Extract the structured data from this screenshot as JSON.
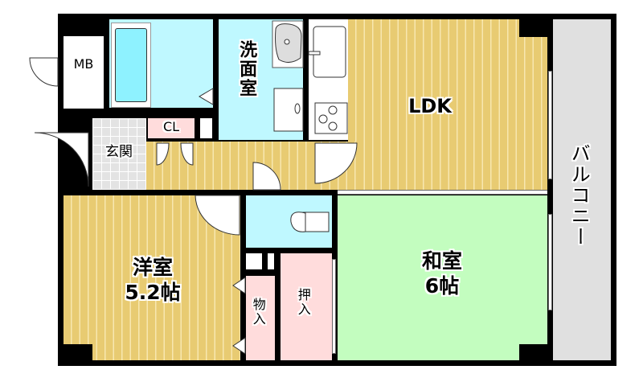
{
  "floorplan": {
    "rooms": {
      "mb": {
        "label": "MB"
      },
      "washroom": {
        "label": "洗面室"
      },
      "ldk": {
        "label": "LDK"
      },
      "closet": {
        "label": "CL"
      },
      "entrance": {
        "label": "玄関"
      },
      "western_room": {
        "label": "洋室",
        "size": "5.2帖"
      },
      "japanese_room": {
        "label": "和室",
        "size": "6帖"
      },
      "storage": {
        "label": "物入"
      },
      "oshiire": {
        "label": "押入"
      },
      "balcony": {
        "label": "バルコニー"
      }
    },
    "colors": {
      "wall": "#000000",
      "wood_floor": "#e8cb72",
      "wet_area": "#bff8ff",
      "storage": "#ffdcdc",
      "tatami": "#c3fdbf",
      "balcony": "#e0e0e0",
      "entrance_tile": "#e3e3e3"
    }
  }
}
